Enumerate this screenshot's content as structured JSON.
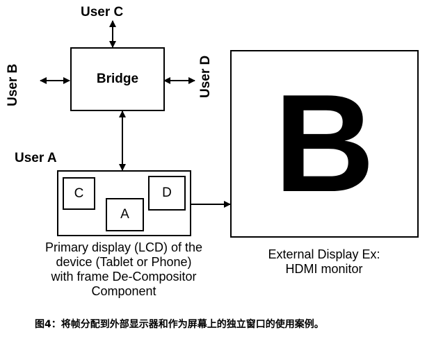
{
  "users": {
    "a": "User A",
    "b": "User B",
    "c": "User C",
    "d": "User D"
  },
  "bridge": {
    "label": "Bridge"
  },
  "primary_display": {
    "windows": {
      "c": "C",
      "a": "A",
      "d": "D"
    },
    "caption": "Primary display (LCD) of the\ndevice (Tablet or Phone)\nwith frame De-Compositor\nComponent"
  },
  "external_display": {
    "letter": "B",
    "caption": "External Display Ex:\nHDMI monitor"
  },
  "figure_caption": "图4：将帧分配到外部显示器和作为屏幕上的独立窗口的使用案例。"
}
